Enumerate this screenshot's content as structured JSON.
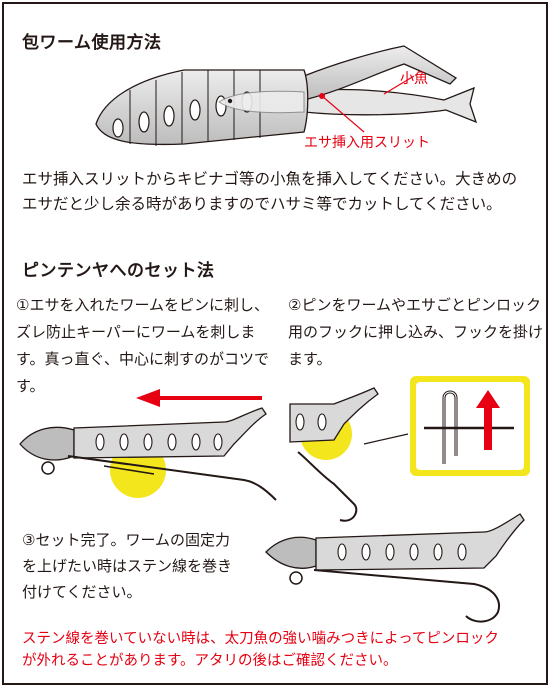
{
  "section1": {
    "title": "包ワーム使用方法",
    "label_fish": "小魚",
    "label_slit": "エサ挿入用スリット",
    "body_lines": [
      "エサ挿入スリットからキビナゴ等の小魚を挿入してください。大きめの",
      "エサだと少し余る時がありますのでハサミ等でカットしてください。"
    ]
  },
  "section2": {
    "title": "ピンテンヤへのセット法",
    "step1_lines": [
      "①エサを入れたワームをピンに刺し、",
      "ズレ防止キーパーにワームを刺しま",
      "す。真っ直ぐ、中心に刺すのがコツです。"
    ],
    "step2_lines": [
      "②ピンをワームやエサごとピンロック",
      "用のフックに押し込み、フックを掛け",
      "ます。"
    ],
    "step3_lines": [
      "③セット完了。ワームの固定力",
      "を上げたい時はステン線を巻き",
      "付けてください。"
    ]
  },
  "warning_lines": [
    "ステン線を巻いていない時は、太刀魚の強い噛みつきによってピンロック",
    "が外れることがあります。アタリの後はご確認ください。"
  ],
  "colors": {
    "accent_red": "#e60012",
    "highlight_yellow": "#f3e61d",
    "body_gray": "#d9d9d9",
    "text": "#231815"
  }
}
